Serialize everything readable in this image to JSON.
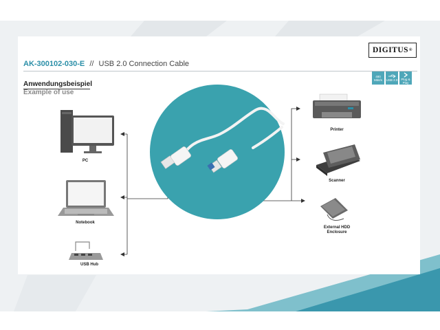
{
  "brand": {
    "logo_text": "DIGITUS",
    "logo_mark": "®"
  },
  "header": {
    "article_code": "AK-300102-030-E",
    "separator": "//",
    "description": "USB 2.0 Connection Cable"
  },
  "badges": [
    {
      "line1": "480",
      "line2": "Mbit/s",
      "icon": "speed-icon"
    },
    {
      "line1": "USB 2.0",
      "line2": "",
      "icon": "usb-icon"
    },
    {
      "line1": "Plug & Play",
      "line2": "",
      "icon": "arrow-icon"
    }
  ],
  "section": {
    "heading": "Anwendungsbeispiel",
    "subheading": "Example of use"
  },
  "devices_left": [
    {
      "label": "PC",
      "icon": "pc-icon"
    },
    {
      "label": "Notebook",
      "icon": "notebook-icon"
    },
    {
      "label": "USB Hub",
      "icon": "usb-hub-icon"
    }
  ],
  "devices_right": [
    {
      "label": "Printer",
      "icon": "printer-icon"
    },
    {
      "label": "Scanner",
      "icon": "scanner-icon"
    },
    {
      "label": "External HDD",
      "label2": "Enclosure",
      "icon": "hdd-icon"
    }
  ],
  "colors": {
    "accent": "#2b8fa8",
    "circle": "#3aa2ae",
    "line": "#333333"
  }
}
